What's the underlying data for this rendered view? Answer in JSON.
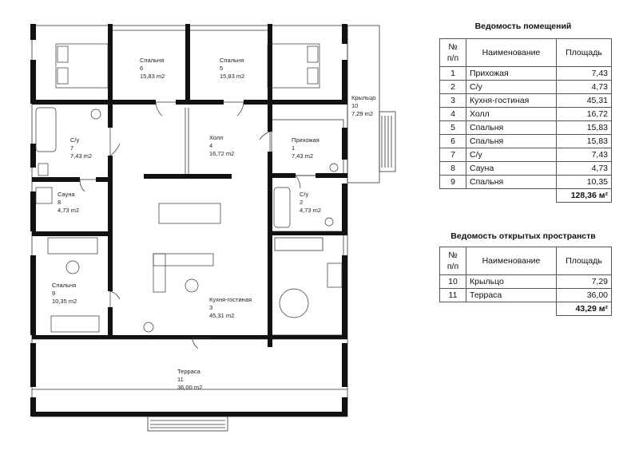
{
  "rooms": [
    {
      "id": "room-1",
      "name": "Прихожая",
      "num": "1",
      "area": "7,43 m2"
    },
    {
      "id": "room-2",
      "name": "С/у",
      "num": "2",
      "area": "4,73 m2"
    },
    {
      "id": "room-3",
      "name": "Кухня-гостиная",
      "num": "3",
      "area": "45,31 m2"
    },
    {
      "id": "room-4",
      "name": "Холл",
      "num": "4",
      "area": "16,72 m2"
    },
    {
      "id": "room-5",
      "name": "Спальня",
      "num": "5",
      "area": "15,83 m2"
    },
    {
      "id": "room-6",
      "name": "Спальня",
      "num": "6",
      "area": "15,83 m2"
    },
    {
      "id": "room-7",
      "name": "С/у",
      "num": "7",
      "area": "7,43 m2"
    },
    {
      "id": "room-8",
      "name": "Сауна",
      "num": "8",
      "area": "4,73 m2"
    },
    {
      "id": "room-9",
      "name": "Спальня",
      "num": "9",
      "area": "10,35 m2"
    },
    {
      "id": "room-10",
      "name": "Крыльцо",
      "num": "10",
      "area": "7,29 m2"
    },
    {
      "id": "room-11",
      "name": "Терраса",
      "num": "11",
      "area": "36,00 m2"
    }
  ],
  "schedule_rooms": {
    "title": "Ведомость помещений",
    "col_num": "№\nп/п",
    "col_name": "Наименование",
    "col_area": "Площадь",
    "rows": [
      {
        "num": "1",
        "name": "Прихожая",
        "area": "7,43"
      },
      {
        "num": "2",
        "name": "С/у",
        "area": "4,73"
      },
      {
        "num": "3",
        "name": "Кухня-гостиная",
        "area": "45,31"
      },
      {
        "num": "4",
        "name": "Холл",
        "area": "16,72"
      },
      {
        "num": "5",
        "name": "Спальня",
        "area": "15,83"
      },
      {
        "num": "6",
        "name": "Спальня",
        "area": "15,83"
      },
      {
        "num": "7",
        "name": "С/у",
        "area": "7,43"
      },
      {
        "num": "8",
        "name": "Сауна",
        "area": "4,73"
      },
      {
        "num": "9",
        "name": "Спальня",
        "area": "10,35"
      }
    ],
    "total": "128,36 м²"
  },
  "schedule_open": {
    "title": "Ведомость открытых пространств",
    "col_num": "№\nп/п",
    "col_name": "Наименование",
    "col_area": "Площадь",
    "rows": [
      {
        "num": "10",
        "name": "Крыльцо",
        "area": "7,29"
      },
      {
        "num": "11",
        "name": "Терраса",
        "area": "36,00"
      }
    ],
    "total": "43,29 м²"
  }
}
